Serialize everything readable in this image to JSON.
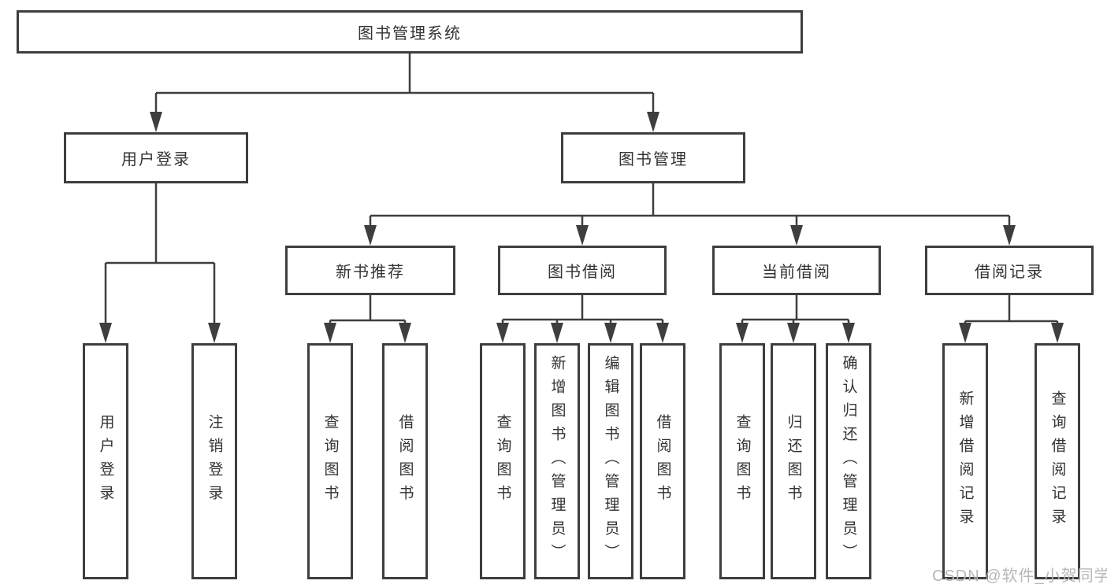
{
  "tree": {
    "root": {
      "label": "图书管理系统"
    },
    "branches": [
      {
        "label": "用户登录",
        "children": [
          {
            "label": "用户登录"
          },
          {
            "label": "注销登录"
          }
        ]
      },
      {
        "label": "图书管理",
        "children": [
          {
            "label": "新书推荐",
            "children": [
              {
                "label": "查询图书"
              },
              {
                "label": "借阅图书"
              }
            ]
          },
          {
            "label": "图书借阅",
            "children": [
              {
                "label": "查询图书"
              },
              {
                "label": "新增图书（管理员）"
              },
              {
                "label": "编辑图书（管理员）"
              },
              {
                "label": "借阅图书"
              }
            ]
          },
          {
            "label": "当前借阅",
            "children": [
              {
                "label": "查询图书"
              },
              {
                "label": "归还图书"
              },
              {
                "label": "确认归还（管理员）"
              }
            ]
          },
          {
            "label": "借阅记录",
            "children": [
              {
                "label": "新增借阅记录"
              },
              {
                "label": "查询借阅记录"
              }
            ]
          }
        ]
      }
    ]
  },
  "watermark": {
    "text": "CSDN @软件_小贺同学"
  },
  "colors": {
    "line": "#3e3e3e",
    "text": "#333333",
    "watermark": "#b7b7b7",
    "background": "#ffffff"
  }
}
